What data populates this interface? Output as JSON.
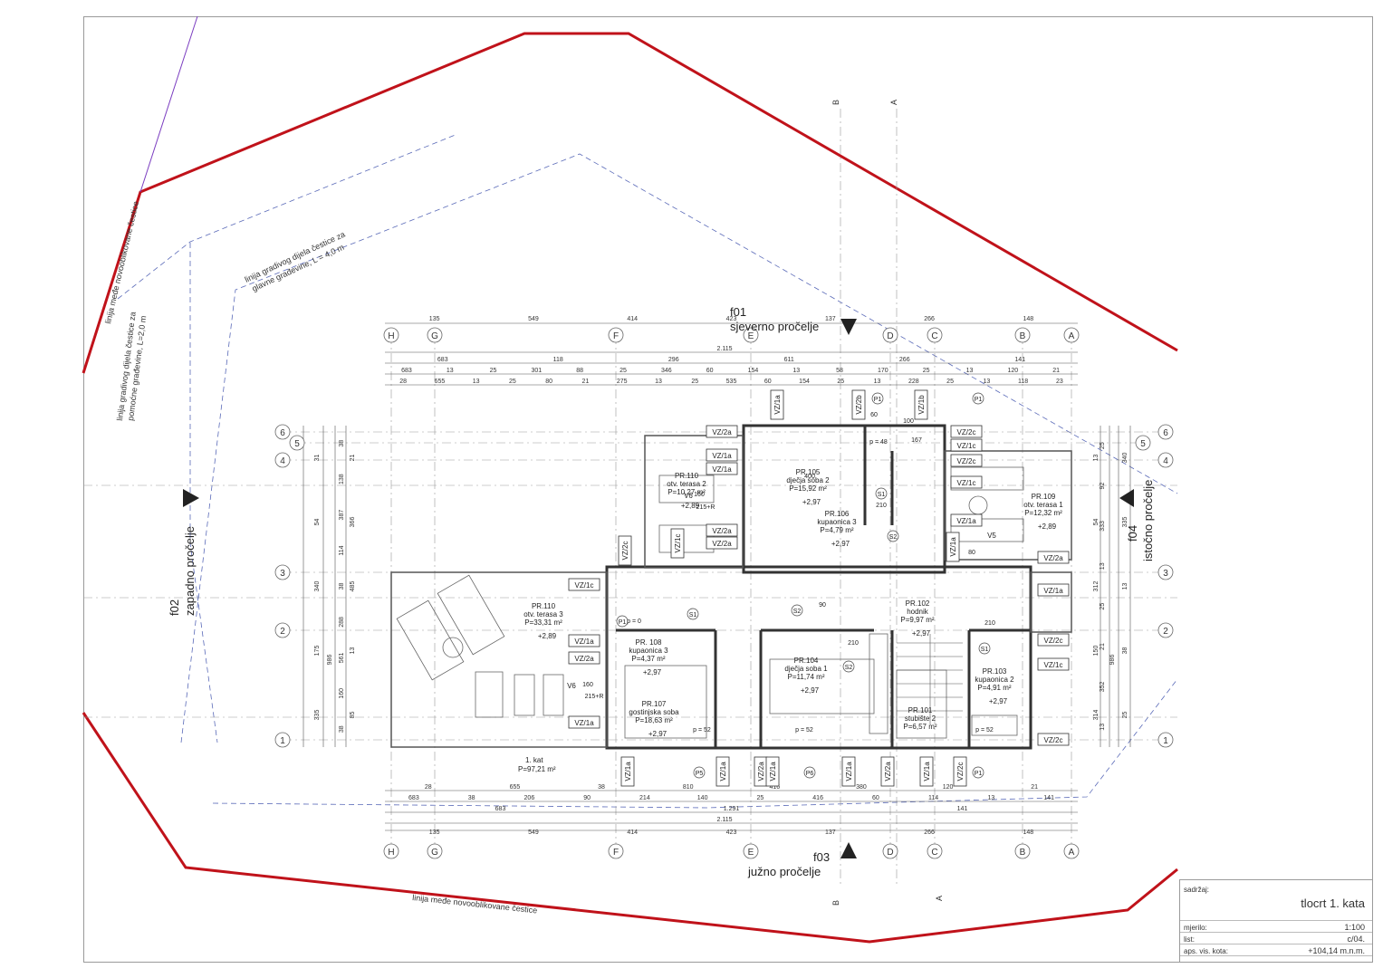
{
  "plot_lines": {
    "plot_boundary_left": "linija međe novooblikovane čestice",
    "plot_boundary_bottom": "linija međe novooblikovane čestice",
    "build_line_main": [
      "linija gradivog dijela čestice za",
      "glavne građevine, L = 4,0 m"
    ],
    "build_line_aux": [
      "linija gradivog dijela čestice za",
      "pomoćne građevine, L=2,0 m"
    ]
  },
  "elevations": {
    "north": {
      "code": "f01",
      "name": "sjeverno pročelje"
    },
    "south": {
      "code": "f03",
      "name": "južno pročelje"
    },
    "west": {
      "code": "f02",
      "name": "zapadno pročelje"
    },
    "east": {
      "code": "f04",
      "name": "istočno pročelje"
    }
  },
  "section_marks": {
    "b_top": "B",
    "a_top": "A",
    "b_bottom": "B",
    "a_bottom": "A"
  },
  "grid": {
    "columns": [
      "H",
      "G",
      "F",
      "E",
      "D",
      "C",
      "B",
      "A"
    ],
    "rows": [
      "6",
      "5",
      "4",
      "3",
      "2",
      "1"
    ]
  },
  "dimensions": {
    "top_outer": [
      "135",
      "549",
      "414",
      "423",
      "137",
      "266",
      "148"
    ],
    "top_total": "2.115",
    "top_row2": [
      "683",
      "118",
      "296",
      "611",
      "266",
      "141"
    ],
    "top_row3": [
      "683",
      "13",
      "25",
      "301",
      "88",
      "25",
      "346",
      "60",
      "154",
      "13",
      "58",
      "170",
      "25",
      "13",
      "120",
      "21"
    ],
    "top_row4": [
      "28",
      "655",
      "13",
      "25",
      "80",
      "21",
      "275",
      "13",
      "25",
      "535",
      "60",
      "154",
      "25",
      "13",
      "228",
      "25",
      "13",
      "118",
      "23"
    ],
    "bottom_row1": [
      "28",
      "655",
      "38",
      "810",
      "416",
      "380",
      "120",
      "21"
    ],
    "bottom_row2": [
      "683",
      "38",
      "206",
      "90",
      "214",
      "140",
      "25",
      "416",
      "60",
      "114",
      "13",
      "141"
    ],
    "bottom_row3": [
      "683",
      "1.291",
      "141"
    ],
    "bottom_total": "2.115",
    "bottom_outer": [
      "135",
      "549",
      "414",
      "423",
      "137",
      "266",
      "148"
    ],
    "left_outer": [
      "31",
      "54",
      "340",
      "175",
      "335"
    ],
    "left_mid": [
      "986"
    ],
    "left_inner": [
      "38",
      "138",
      "387",
      "114",
      "38",
      "288",
      "561",
      "160",
      "38"
    ],
    "left_inner2": [
      "21",
      "366",
      "485",
      "13",
      "85"
    ],
    "right_outer": [
      "13",
      "54",
      "312",
      "150",
      "314"
    ],
    "right_mid": [
      "986"
    ],
    "right_inner": [
      "25",
      "92",
      "333",
      "13",
      "25",
      "21",
      "352",
      "13"
    ],
    "right_inner2": [
      "340",
      "335",
      "13",
      "38",
      "25"
    ]
  },
  "rooms": [
    {
      "code": "PR.110",
      "name": "otv. terasa 2",
      "area": "P=10,27 m²",
      "level": "+2,89"
    },
    {
      "code": "PR.105",
      "name": "dječja soba 2",
      "area": "P=15,92 m²",
      "level": "+2,97"
    },
    {
      "code": "PR.106",
      "name": "kupaonica 3",
      "area": "P=4,79 m²",
      "level": "+2,97"
    },
    {
      "code": "PR.109",
      "name": "otv. terasa 1",
      "area": "P=12,32 m²",
      "level": "+2,89"
    },
    {
      "code": "PR.110",
      "name": "otv. terasa 3",
      "area": "P=33,31 m²",
      "level": "+2,89"
    },
    {
      "code": "PR.102",
      "name": "hodnik",
      "area": "P=9,97 m²",
      "level": "+2,97"
    },
    {
      "code": "PR. 108",
      "name": "kupaonica 3",
      "area": "P=4,37 m²",
      "level": "+2,97"
    },
    {
      "code": "PR.104",
      "name": "dječja soba 1",
      "area": "P=11,74 m²",
      "level": "+2,97"
    },
    {
      "code": "PR.103",
      "name": "kupaonica 2",
      "area": "P=4,91 m²",
      "level": "+2,97"
    },
    {
      "code": "PR.107",
      "name": "gostinjska soba",
      "area": "P=18,63 m²",
      "level": "+2,97"
    },
    {
      "code": "PR.101",
      "name": "stubište 2",
      "area": "P=6,57 m²",
      "level": ""
    }
  ],
  "floor_summary": {
    "name": "1. kat",
    "area": "P=97,21 m²"
  },
  "windows": {
    "top": [
      "VZ/1a",
      "VZ/2b",
      "VZ/1b"
    ],
    "left_column": [
      "VZ/2a",
      "VZ/1a",
      "VZ/2a",
      "VZ/2a",
      "VZ/1a"
    ],
    "north_right": [
      "VZ/2c",
      "VZ/1c",
      "VZ/2c",
      "VZ/1c",
      "VZ/1a"
    ],
    "east_side": [
      "VZ/2a",
      "VZ/1a",
      "VZ/2c",
      "VZ/1c",
      "VZ/2c"
    ],
    "west_core": [
      "VZ/2c",
      "VZ/1c",
      "VZ/1c",
      "VZ/1a",
      "VZ/2a",
      "VZ/1a"
    ],
    "bottom": [
      "VZ/1a",
      "VZ/1a",
      "VZ/2a",
      "VZ/1a",
      "VZ/1a",
      "VZ/2a",
      "VZ/1a",
      "VZ/2c"
    ],
    "terrace_strip": [
      "VZ/1a"
    ]
  },
  "openings": {
    "p_labels": [
      "P1",
      "P1",
      "P1",
      "P5",
      "P6",
      "P1"
    ],
    "s_labels": [
      "S1",
      "S1",
      "S1",
      "S2",
      "S2",
      "S2"
    ],
    "v_labels": [
      "V6",
      "V6",
      "V5"
    ],
    "misc": [
      "215+R",
      "215+R",
      "p = 48",
      "p = 52",
      "p = 52",
      "p = 52",
      "p = 0",
      "160",
      "160",
      "400",
      "90",
      "210",
      "210",
      "210",
      "80",
      "100",
      "167",
      "60"
    ]
  },
  "title_block": {
    "content_label": "sadržaj:",
    "content_value": "tlocrt 1. kata",
    "scale_label": "mjerilo:",
    "scale_value": "1:100",
    "sheet_label": "list:",
    "sheet_value": "c/04.",
    "elev_label": "aps. vis. kota:",
    "elev_value": "+104,14 m.n.m."
  },
  "colors": {
    "plot_boundary": "#c0121a",
    "build_line": "#5a6ab8",
    "grid_line": "#8a8a8a",
    "wall": "#333333",
    "axis_line": "#7a3cc0"
  }
}
